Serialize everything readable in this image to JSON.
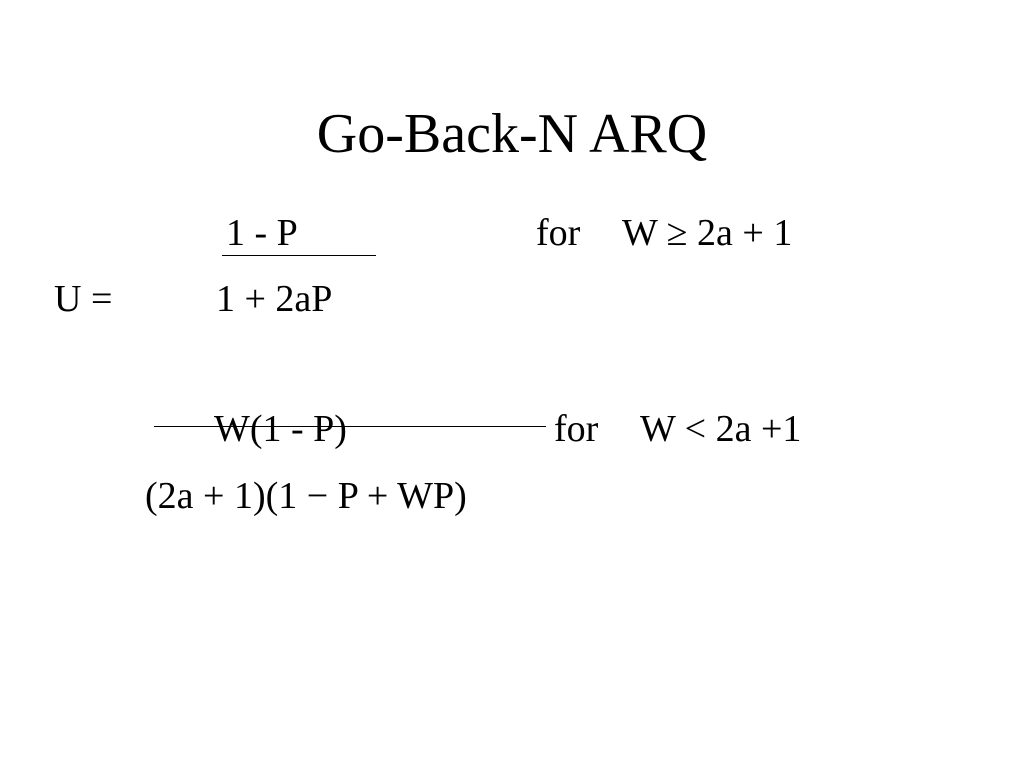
{
  "slide": {
    "title": "Go-Back-N ARQ",
    "equation": {
      "lhs": "U =",
      "case1": {
        "numerator": "1 - P",
        "denominator": "1 + 2aP",
        "condition_for": "for",
        "condition": "W ≥ 2a + 1"
      },
      "case2": {
        "numerator": "W(1 - P)",
        "denominator": "(2a + 1)(1 − P + WP)",
        "condition_for": "for",
        "condition": "W < 2a +1"
      }
    }
  }
}
